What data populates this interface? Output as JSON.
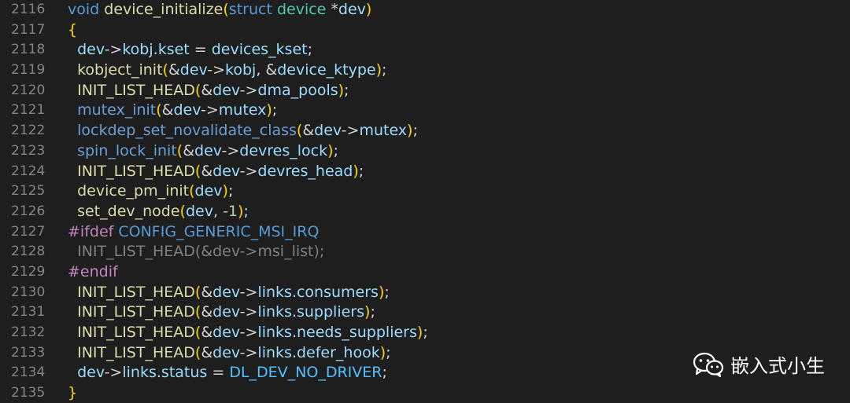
{
  "editor": {
    "lines": [
      {
        "num": "2116",
        "tokens": [
          {
            "t": "void",
            "c": "tok-kw"
          },
          {
            "t": " ",
            "c": "tok-punct"
          },
          {
            "t": "device_initialize",
            "c": "tok-fn"
          },
          {
            "t": "(",
            "c": "tok-paren"
          },
          {
            "t": "struct",
            "c": "tok-kw"
          },
          {
            "t": " ",
            "c": "tok-punct"
          },
          {
            "t": "device",
            "c": "tok-type"
          },
          {
            "t": " *",
            "c": "tok-punct"
          },
          {
            "t": "dev",
            "c": "tok-var"
          },
          {
            "t": ")",
            "c": "tok-paren"
          }
        ]
      },
      {
        "num": "2117",
        "tokens": [
          {
            "t": "{",
            "c": "tok-brace"
          }
        ]
      },
      {
        "num": "2118",
        "tokens": [
          {
            "t": "  ",
            "c": "tok-punct"
          },
          {
            "t": "dev",
            "c": "tok-var"
          },
          {
            "t": "->",
            "c": "tok-punct"
          },
          {
            "t": "kobj",
            "c": "tok-var"
          },
          {
            "t": ".",
            "c": "tok-punct"
          },
          {
            "t": "kset",
            "c": "tok-var"
          },
          {
            "t": " = ",
            "c": "tok-punct"
          },
          {
            "t": "devices_kset",
            "c": "tok-var"
          },
          {
            "t": ";",
            "c": "tok-punct"
          }
        ]
      },
      {
        "num": "2119",
        "tokens": [
          {
            "t": "  ",
            "c": "tok-punct"
          },
          {
            "t": "kobject_init",
            "c": "tok-fn"
          },
          {
            "t": "(",
            "c": "tok-paren"
          },
          {
            "t": "&",
            "c": "tok-punct"
          },
          {
            "t": "dev",
            "c": "tok-var"
          },
          {
            "t": "->",
            "c": "tok-punct"
          },
          {
            "t": "kobj",
            "c": "tok-var"
          },
          {
            "t": ", &",
            "c": "tok-punct"
          },
          {
            "t": "device_ktype",
            "c": "tok-var"
          },
          {
            "t": ")",
            "c": "tok-paren"
          },
          {
            "t": ";",
            "c": "tok-punct"
          }
        ]
      },
      {
        "num": "2120",
        "tokens": [
          {
            "t": "  ",
            "c": "tok-punct"
          },
          {
            "t": "INIT_LIST_HEAD",
            "c": "tok-fn"
          },
          {
            "t": "(",
            "c": "tok-paren"
          },
          {
            "t": "&",
            "c": "tok-punct"
          },
          {
            "t": "dev",
            "c": "tok-var"
          },
          {
            "t": "->",
            "c": "tok-punct"
          },
          {
            "t": "dma_pools",
            "c": "tok-var"
          },
          {
            "t": ")",
            "c": "tok-paren"
          },
          {
            "t": ";",
            "c": "tok-punct"
          }
        ]
      },
      {
        "num": "2121",
        "tokens": [
          {
            "t": "  ",
            "c": "tok-punct"
          },
          {
            "t": "mutex_init",
            "c": "tok-fnblue"
          },
          {
            "t": "(",
            "c": "tok-paren"
          },
          {
            "t": "&",
            "c": "tok-punct"
          },
          {
            "t": "dev",
            "c": "tok-var"
          },
          {
            "t": "->",
            "c": "tok-punct"
          },
          {
            "t": "mutex",
            "c": "tok-var"
          },
          {
            "t": ")",
            "c": "tok-paren"
          },
          {
            "t": ";",
            "c": "tok-punct"
          }
        ]
      },
      {
        "num": "2122",
        "tokens": [
          {
            "t": "  ",
            "c": "tok-punct"
          },
          {
            "t": "lockdep_set_novalidate_class",
            "c": "tok-fnblue"
          },
          {
            "t": "(",
            "c": "tok-paren"
          },
          {
            "t": "&",
            "c": "tok-punct"
          },
          {
            "t": "dev",
            "c": "tok-var"
          },
          {
            "t": "->",
            "c": "tok-punct"
          },
          {
            "t": "mutex",
            "c": "tok-var"
          },
          {
            "t": ")",
            "c": "tok-paren"
          },
          {
            "t": ";",
            "c": "tok-punct"
          }
        ]
      },
      {
        "num": "2123",
        "tokens": [
          {
            "t": "  ",
            "c": "tok-punct"
          },
          {
            "t": "spin_lock_init",
            "c": "tok-fnblue"
          },
          {
            "t": "(",
            "c": "tok-paren"
          },
          {
            "t": "&",
            "c": "tok-punct"
          },
          {
            "t": "dev",
            "c": "tok-var"
          },
          {
            "t": "->",
            "c": "tok-punct"
          },
          {
            "t": "devres_lock",
            "c": "tok-var"
          },
          {
            "t": ")",
            "c": "tok-paren"
          },
          {
            "t": ";",
            "c": "tok-punct"
          }
        ]
      },
      {
        "num": "2124",
        "tokens": [
          {
            "t": "  ",
            "c": "tok-punct"
          },
          {
            "t": "INIT_LIST_HEAD",
            "c": "tok-fn"
          },
          {
            "t": "(",
            "c": "tok-paren"
          },
          {
            "t": "&",
            "c": "tok-punct"
          },
          {
            "t": "dev",
            "c": "tok-var"
          },
          {
            "t": "->",
            "c": "tok-punct"
          },
          {
            "t": "devres_head",
            "c": "tok-var"
          },
          {
            "t": ")",
            "c": "tok-paren"
          },
          {
            "t": ";",
            "c": "tok-punct"
          }
        ]
      },
      {
        "num": "2125",
        "tokens": [
          {
            "t": "  ",
            "c": "tok-punct"
          },
          {
            "t": "device_pm_init",
            "c": "tok-fn"
          },
          {
            "t": "(",
            "c": "tok-paren"
          },
          {
            "t": "dev",
            "c": "tok-var"
          },
          {
            "t": ")",
            "c": "tok-paren"
          },
          {
            "t": ";",
            "c": "tok-punct"
          }
        ]
      },
      {
        "num": "2126",
        "tokens": [
          {
            "t": "  ",
            "c": "tok-punct"
          },
          {
            "t": "set_dev_node",
            "c": "tok-fn"
          },
          {
            "t": "(",
            "c": "tok-paren"
          },
          {
            "t": "dev",
            "c": "tok-var"
          },
          {
            "t": ", ",
            "c": "tok-punct"
          },
          {
            "t": "-1",
            "c": "tok-num"
          },
          {
            "t": ")",
            "c": "tok-paren"
          },
          {
            "t": ";",
            "c": "tok-punct"
          }
        ]
      },
      {
        "num": "2127",
        "tokens": [
          {
            "t": "#ifdef",
            "c": "tok-pre"
          },
          {
            "t": " ",
            "c": "tok-punct"
          },
          {
            "t": "CONFIG_GENERIC_MSI_IRQ",
            "c": "tok-macro"
          }
        ]
      },
      {
        "num": "2128",
        "tokens": [
          {
            "t": "  ",
            "c": "tok-punct"
          },
          {
            "t": "INIT_LIST_HEAD(&dev->msi_list);",
            "c": "tok-dim"
          }
        ]
      },
      {
        "num": "2129",
        "tokens": [
          {
            "t": "#endif",
            "c": "tok-pre"
          }
        ]
      },
      {
        "num": "2130",
        "tokens": [
          {
            "t": "  ",
            "c": "tok-punct"
          },
          {
            "t": "INIT_LIST_HEAD",
            "c": "tok-fn"
          },
          {
            "t": "(",
            "c": "tok-paren"
          },
          {
            "t": "&",
            "c": "tok-punct"
          },
          {
            "t": "dev",
            "c": "tok-var"
          },
          {
            "t": "->",
            "c": "tok-punct"
          },
          {
            "t": "links",
            "c": "tok-var"
          },
          {
            "t": ".",
            "c": "tok-punct"
          },
          {
            "t": "consumers",
            "c": "tok-var"
          },
          {
            "t": ")",
            "c": "tok-paren"
          },
          {
            "t": ";",
            "c": "tok-punct"
          }
        ]
      },
      {
        "num": "2131",
        "tokens": [
          {
            "t": "  ",
            "c": "tok-punct"
          },
          {
            "t": "INIT_LIST_HEAD",
            "c": "tok-fn"
          },
          {
            "t": "(",
            "c": "tok-paren"
          },
          {
            "t": "&",
            "c": "tok-punct"
          },
          {
            "t": "dev",
            "c": "tok-var"
          },
          {
            "t": "->",
            "c": "tok-punct"
          },
          {
            "t": "links",
            "c": "tok-var"
          },
          {
            "t": ".",
            "c": "tok-punct"
          },
          {
            "t": "suppliers",
            "c": "tok-var"
          },
          {
            "t": ")",
            "c": "tok-paren"
          },
          {
            "t": ";",
            "c": "tok-punct"
          }
        ]
      },
      {
        "num": "2132",
        "tokens": [
          {
            "t": "  ",
            "c": "tok-punct"
          },
          {
            "t": "INIT_LIST_HEAD",
            "c": "tok-fn"
          },
          {
            "t": "(",
            "c": "tok-paren"
          },
          {
            "t": "&",
            "c": "tok-punct"
          },
          {
            "t": "dev",
            "c": "tok-var"
          },
          {
            "t": "->",
            "c": "tok-punct"
          },
          {
            "t": "links",
            "c": "tok-var"
          },
          {
            "t": ".",
            "c": "tok-punct"
          },
          {
            "t": "needs_suppliers",
            "c": "tok-var"
          },
          {
            "t": ")",
            "c": "tok-paren"
          },
          {
            "t": ";",
            "c": "tok-punct"
          }
        ]
      },
      {
        "num": "2133",
        "tokens": [
          {
            "t": "  ",
            "c": "tok-punct"
          },
          {
            "t": "INIT_LIST_HEAD",
            "c": "tok-fn"
          },
          {
            "t": "(",
            "c": "tok-paren"
          },
          {
            "t": "&",
            "c": "tok-punct"
          },
          {
            "t": "dev",
            "c": "tok-var"
          },
          {
            "t": "->",
            "c": "tok-punct"
          },
          {
            "t": "links",
            "c": "tok-var"
          },
          {
            "t": ".",
            "c": "tok-punct"
          },
          {
            "t": "defer_hook",
            "c": "tok-var"
          },
          {
            "t": ")",
            "c": "tok-paren"
          },
          {
            "t": ";",
            "c": "tok-punct"
          }
        ]
      },
      {
        "num": "2134",
        "tokens": [
          {
            "t": "  ",
            "c": "tok-punct"
          },
          {
            "t": "dev",
            "c": "tok-var"
          },
          {
            "t": "->",
            "c": "tok-punct"
          },
          {
            "t": "links",
            "c": "tok-var"
          },
          {
            "t": ".",
            "c": "tok-punct"
          },
          {
            "t": "status",
            "c": "tok-var"
          },
          {
            "t": " = ",
            "c": "tok-punct"
          },
          {
            "t": "DL_DEV_NO_DRIVER",
            "c": "tok-const"
          },
          {
            "t": ";",
            "c": "tok-punct"
          }
        ]
      },
      {
        "num": "2135",
        "tokens": [
          {
            "t": "}",
            "c": "tok-brace"
          }
        ]
      }
    ]
  },
  "watermark": {
    "icon": "wechat-icon",
    "text": "嵌入式小生"
  }
}
